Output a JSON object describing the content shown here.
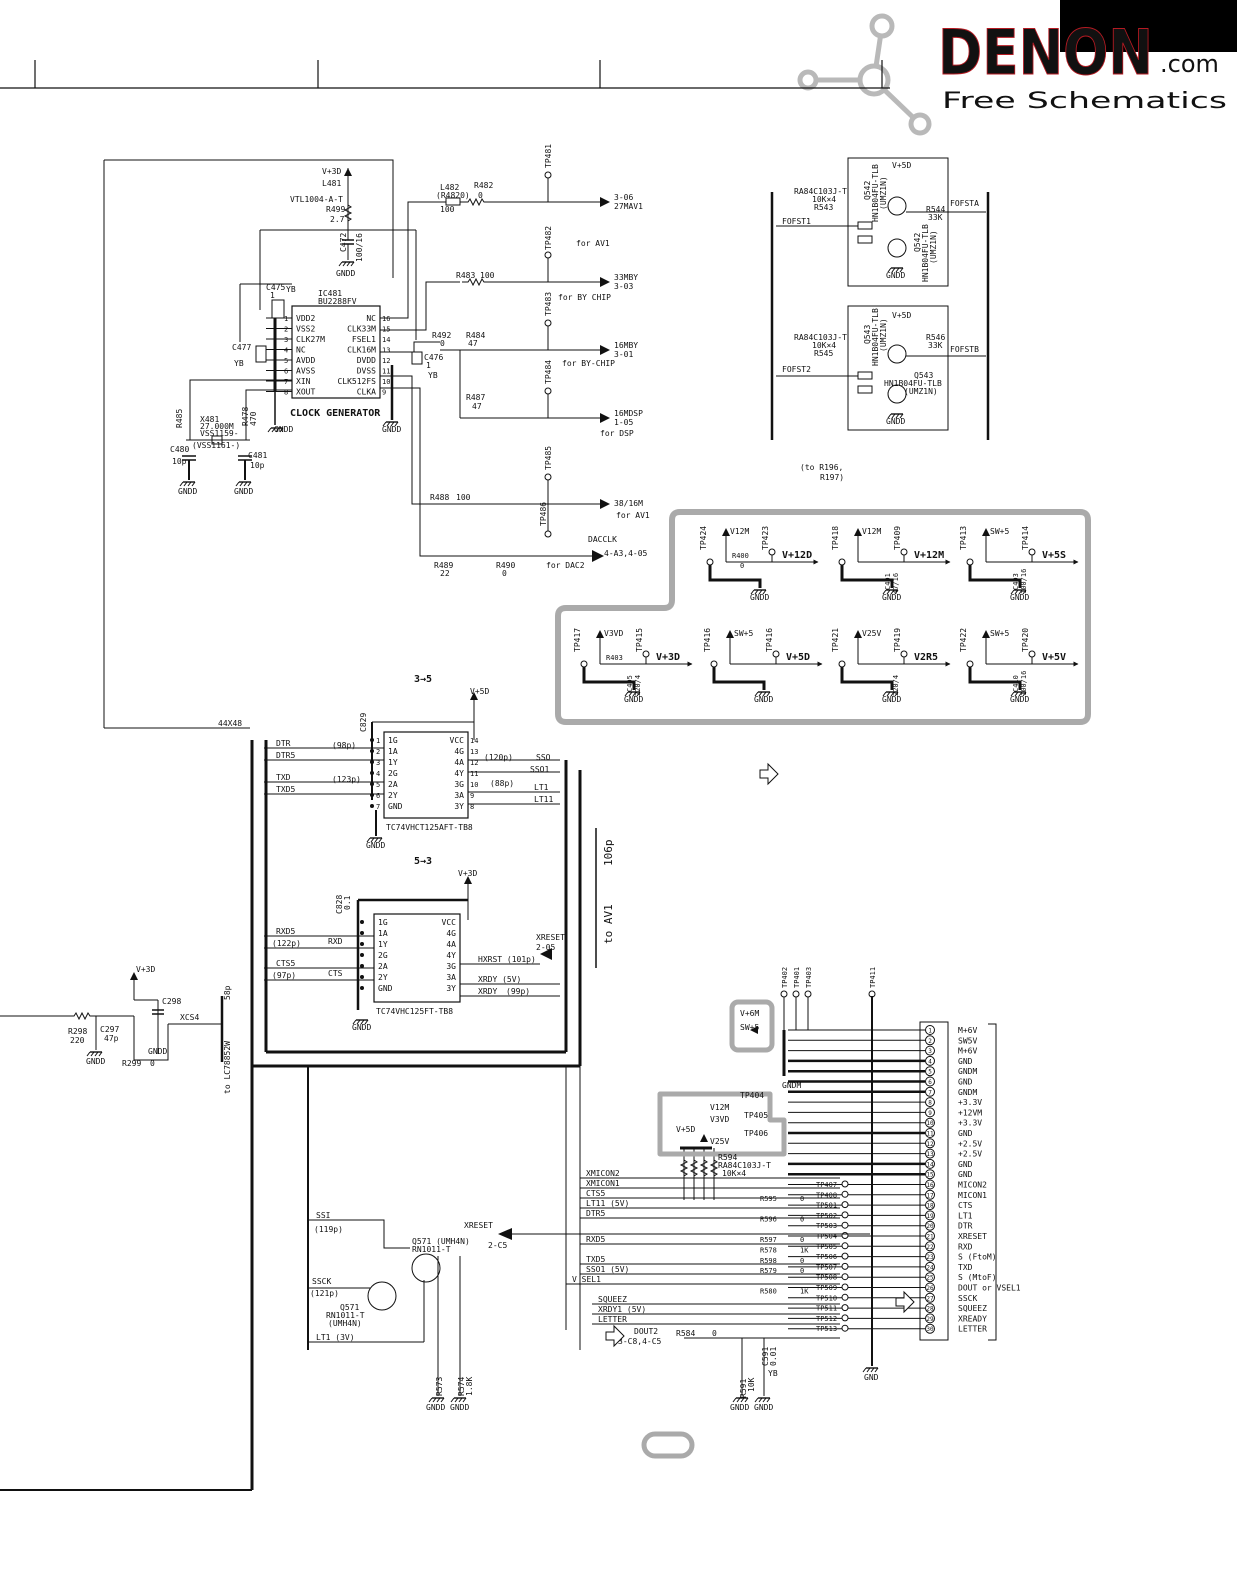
{
  "watermark": {
    "brand": "DENON",
    "domain": ".com",
    "tagline": "Free  Schematics",
    "brand_color": "#d81f2a",
    "gray_color": "#b9b9b9"
  },
  "clock": {
    "vdd": "V+3D",
    "l481": "L481",
    "l481_part": "VTL1004-A-T",
    "r499": "R499",
    "r499_val": "2.7",
    "c472": "C472",
    "c472_val": "100/16",
    "gnd": "GNDD",
    "c475": "C475",
    "c475_val": "1",
    "yb": "YB",
    "ic_ref": "IC481",
    "ic_part": "BU2288FV",
    "left_pins": [
      "VDD2",
      "VSS2",
      "CLK27M",
      "NC",
      "AVDD",
      "AVSS",
      "XIN",
      "XOUT"
    ],
    "left_nums": [
      "1",
      "2",
      "3",
      "4",
      "5",
      "6",
      "7",
      "8"
    ],
    "right_pins": [
      "NC",
      "CLK33M",
      "FSEL1",
      "CLK16M",
      "DVDD",
      "DVSS",
      "CLK512FS",
      "CLKA"
    ],
    "right_nums": [
      "16",
      "15",
      "14",
      "13",
      "12",
      "11",
      "10",
      "9"
    ],
    "c477": "C477",
    "title": "CLOCK GENERATOR",
    "x481": "X481",
    "x481_val": "27.000M",
    "x481_part": "VSS1159-",
    "x481_alt": "(VSS1161-)",
    "r485": "R485",
    "r478": "R478",
    "r478_val": "470",
    "c480": "C480",
    "c480_val": "10p",
    "c481": "C481",
    "c481_val": "10p",
    "l482": "L482",
    "l482_val": "(R4820)",
    "l482_num": "100",
    "r482": "R482",
    "r482_val": "0",
    "tp481": "TP481",
    "out1": "3-06",
    "out1b": "27MAV1",
    "for_av1": "for AV1",
    "r483": "R483",
    "r483_val": "100",
    "tp482": "TP482",
    "out2": "33MBY",
    "out2b": "3-03",
    "for_by": "for BY CHIP",
    "r492": "R492",
    "r492_val": "0",
    "c476": "C476",
    "c476_val": "1",
    "r484": "R484",
    "r484_val": "47",
    "tp483": "TP483",
    "out3": "16MBY",
    "out3b": "3-01",
    "for_by2": "for BY-CHIP",
    "tp484": "TP484",
    "r487": "R487",
    "r487_val": "47",
    "out4": "16MDSP",
    "out4b": "1-05",
    "for_dsp": "for DSP",
    "tp485": "TP485",
    "r488": "R488",
    "r488_val": "100",
    "tp486": "TP486",
    "out5": "38/16M",
    "for_av1b": "for AV1",
    "dacclk": "DACCLK",
    "dacclk_ref": "4-A3,4-05",
    "r489": "R489",
    "r489_val": "22",
    "r490": "R490",
    "r490_val": "0",
    "for_dac": "for DAC2",
    "size": "44X48"
  },
  "fofst": {
    "vdd": "V+5D",
    "ra_part": "RA84C103J-T",
    "ra_val": "10K×4",
    "r543": "R543",
    "q542_ref": "Q542",
    "q542_part": "HN1B04FU-TLB",
    "q542_alt": "(UMZ1N)",
    "r544": "R544",
    "r544_val": "33K",
    "fofsta": "FOFSTA",
    "fofst1": "FOFST1",
    "gnd": "GNDD",
    "r545": "R545",
    "q543_ref": "Q543",
    "q543_part": "HN1B04FU-TLB",
    "q543_alt": "(UMZ1N)",
    "r546": "R546",
    "r546_val": "33K",
    "fofstb": "FOFSTB",
    "fofst2": "FOFST2",
    "note": "(to R196,",
    "note2": "R197)"
  },
  "power": {
    "b1": {
      "tp_a": "TP424",
      "rail": "V12M",
      "r": "R400",
      "r_val": "0",
      "tp_b": "TP423",
      "out": "V+12D"
    },
    "b2": {
      "tp_a": "TP418",
      "rail": "V12M",
      "tp_b": "TP409",
      "c": "C401",
      "c_val": "47/16",
      "out": "V+12M"
    },
    "b3": {
      "tp_a": "TP413",
      "rail": "SW+5",
      "tp_b": "TP414",
      "c": "C403",
      "c_val": "100/16",
      "out": "V+5S"
    },
    "b4": {
      "tp_a": "TP417",
      "rail": "V3VD",
      "r": "R403",
      "tp_b": "TP415",
      "c": "C405",
      "c_val": "220/4",
      "out": "V+3D"
    },
    "b5": {
      "tp_a": "TP416",
      "rail": "SW+5",
      "tp_b": "TP416",
      "out": "V+5D"
    },
    "b6": {
      "tp_a": "TP421",
      "rail": "V25V",
      "tp_b": "TP419",
      "c_val": "220/4",
      "out": "V2R5"
    },
    "b7": {
      "tp_a": "TP422",
      "rail": "SW+5",
      "tp_b": "TP420",
      "c": "C410",
      "c_val": "100/16",
      "out": "V+5V"
    },
    "gnd": "GNDD"
  },
  "buf1": {
    "label": "3→5",
    "vdd": "V+5D",
    "cap": "C829",
    "pins_left": [
      "1G",
      "1A",
      "1Y",
      "2G",
      "2A",
      "2Y",
      "GND"
    ],
    "pins_right": [
      "VCC",
      "4G",
      "4A",
      "4Y",
      "3G",
      "3A",
      "3Y"
    ],
    "nums_left": [
      "1",
      "2",
      "3",
      "4",
      "5",
      "6",
      "7"
    ],
    "nums_right": [
      "14",
      "13",
      "12",
      "11",
      "10",
      "9",
      "8"
    ],
    "part": "TC74VHCT125AFT-TB8",
    "dtr": "DTR",
    "dtr5": "DTR5",
    "txd": "TXD",
    "txd5": "TXD5",
    "p98": "(98p)",
    "p123": "(123p)",
    "p120": "(120p)",
    "p88": "(88p)",
    "sso": "SSO",
    "sso1": "SSO1",
    "lt1": "LT1",
    "lt11": "LT11",
    "gnd": "GNDD"
  },
  "buf2": {
    "label": "5→3",
    "vdd": "V+3D",
    "cap": "C828",
    "cap_val": "0.1",
    "pins_left": [
      "1G",
      "1A",
      "1Y",
      "2G",
      "2A",
      "2Y",
      "GND"
    ],
    "pins_right": [
      "VCC",
      "4G",
      "4A",
      "4Y",
      "3G",
      "3A",
      "3Y"
    ],
    "part": "TC74VHC125FT-TB8",
    "rxd5": "RXD5",
    "p122": "(122p)",
    "rxd": "RXD",
    "cts5": "CTS5",
    "p97": "(97p)",
    "cts": "CTS",
    "xreset": "XRESET",
    "xreset_ref": "2-05",
    "hxrst": "HXRST (101p)",
    "xrdy5": "XRDY (5V)",
    "xrdy": "XRDY",
    "p99": "(99p)",
    "gnd": "GNDD",
    "to_av1": "to AV1",
    "p106": "106p"
  },
  "xcs": {
    "vdd": "V+3D",
    "c298": "C298",
    "xcs4": "XCS4",
    "p58": "58p",
    "to_lc": "to LC78852W",
    "r298": "R298",
    "r298_val": "220",
    "c297": "C297",
    "c297_val": "47p",
    "gnd": "GNDD",
    "r299": "R299",
    "r299_val": "0"
  },
  "conn": {
    "labels": [
      "M+6V",
      "SW5V",
      "M+6V",
      "GND",
      "GNDM",
      "GND",
      "GNDM",
      "+3.3V",
      "+12VM",
      "+3.3V",
      "GND",
      "+2.5V",
      "+2.5V",
      "GND",
      "GND",
      "MICON2",
      "MICON1",
      "CTS",
      "LT1",
      "DTR",
      "XRESET",
      "RXD",
      "S (FtoM)",
      "TXD",
      "S (MtoF)",
      "DOUT or VSEL1",
      "SSCK",
      "SQUEEZ",
      "XREADY",
      "LETTER"
    ],
    "nums": [
      "1",
      "2",
      "3",
      "4",
      "5",
      "6",
      "7",
      "8",
      "9",
      "10",
      "11",
      "12",
      "13",
      "14",
      "15",
      "16",
      "17",
      "18",
      "19",
      "20",
      "21",
      "22",
      "23",
      "24",
      "25",
      "26",
      "27",
      "28",
      "29",
      "30"
    ],
    "tp_top": [
      "TP402",
      "TP401",
      "TP403",
      "TP411"
    ],
    "v6m": "V+6M",
    "sw5": "SW+5",
    "gndm": "GNDM",
    "tp404": "TP404",
    "tp405": "TP405",
    "tp406": "TP406",
    "v12m": "V12M",
    "v3vd": "V3VD",
    "v25v": "V25V",
    "v5d": "V+5D",
    "r594": "R594",
    "r594_part": "RA84C103J-T",
    "r594_val": "10K×4",
    "tps": [
      "TP407",
      "TP408",
      "TP501",
      "TP502",
      "TP503",
      "TP504",
      "TP505",
      "TP506",
      "TP507",
      "TP508",
      "TP509",
      "TP510",
      "TP511",
      "TP512",
      "TP513"
    ],
    "res_labels": [
      "R595",
      "R596",
      "R597",
      "R578",
      "R598",
      "R579",
      "R580"
    ],
    "res_vals": [
      "0",
      "0",
      "0",
      "1K",
      "0",
      "0",
      "1K"
    ],
    "gnd": "GND"
  },
  "bus": {
    "xmicon2": "XMICON2",
    "xmicon1": "XMICON1",
    "cts5": "CTS5",
    "lt11": "LT11 (5V)",
    "dtr5": "DTR5",
    "rxd5": "RXD5",
    "txd5": "TXD5",
    "sso1": "SSO1 (5V)",
    "vsel1": "V SEL1",
    "squeez": "SQUEEZ",
    "xrdy1": "XRDY1 (5V)",
    "letter": "LETTER",
    "dout": "DOUT2",
    "dout_ref": "3-C8,4-C5",
    "r584": "R584",
    "r584_val": "0",
    "ssi": "SSI",
    "p119": "(119p)",
    "xreset": "XRESET",
    "xreset_ref": "2-C5",
    "q571": "Q571 (UMH4N)",
    "q571_part": "RN1011-T",
    "ssck": "SSCK",
    "p121": "(121p)",
    "q571b": "Q571",
    "q571b_part": "RN1011-T",
    "q571b_alt": "(UMH4N)",
    "lt1": "LT1 (3V)",
    "r573": "R573",
    "r574": "R574",
    "r574_val": "1.8K",
    "r591": "R591",
    "r591_val": "10K",
    "c591": "C591",
    "c591_val": "0.01",
    "yb": "YB",
    "gnd": "GNDD"
  }
}
